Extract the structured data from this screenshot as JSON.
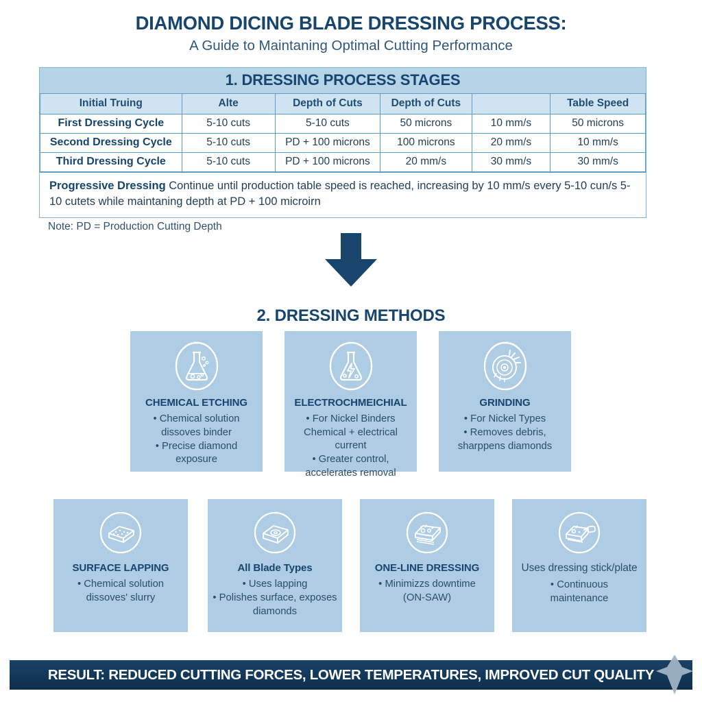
{
  "header": {
    "title": "DIAMOND DICING BLADE DRESSING PROCESS:",
    "subtitle": "A Guide to Maintaning Optimal Cutting Performance"
  },
  "colors": {
    "navy": "#17456e",
    "banner_navy": "#123757",
    "light_blue": "#b6d4e8",
    "card_blue": "#aecde5",
    "table_header_blue": "#cfe3f1",
    "border_blue": "#5a9ec6",
    "gem_gray": "#9fb3c2"
  },
  "section1": {
    "banner": "1. DRESSING PROCESS STAGES",
    "columns": [
      "Initial Truing",
      "Alte",
      "Depth of Cuts",
      "Depth of Cuts",
      "",
      "Table Speed"
    ],
    "rows": [
      {
        "label": "First Dressing Cycle",
        "values": [
          "5-10 cuts",
          "5-10 cuts",
          "50 microns",
          "10 mm/s",
          "50 microns"
        ]
      },
      {
        "label": "Second Dressing Cycle",
        "values": [
          "5-10 cuts",
          "PD + 100 microns",
          "100 microns",
          "20 mm/s",
          "10 mm/s"
        ]
      },
      {
        "label": "Third Dressing Cycle",
        "values": [
          "5-10 cuts",
          "PD + 100 microns",
          "20 mm/s",
          "30 mm/s",
          "30 mm/s"
        ]
      }
    ],
    "progressive_label": "Progressive Dressing",
    "progressive_text": " Continue until production table speed is reached, increasing by 10 mm/s every 5-10 cun/s 5-10 cutets while maintaning depth at PD + 100 microirn",
    "note": "Note: PD = Production Cutting Depth"
  },
  "section2": {
    "heading": "2. DRESSING METHODS",
    "cards_top": [
      {
        "icon": "flask-bubbles-icon",
        "title": "CHEMICAL ETCHING",
        "title_style": "bold",
        "bullets": [
          "• Chemical solution",
          "dissoves binder",
          "• Precise diamond exposure"
        ]
      },
      {
        "icon": "flask-lightning-icon",
        "title": "ELECTROCHMEICHIAL",
        "title_style": "bold",
        "bullets": [
          "• For Nickel Binders",
          "Chemical + electrical current",
          "• Greater control,",
          "accelerates removal"
        ]
      },
      {
        "icon": "grinding-wheel-icon",
        "title": "GRINDING",
        "title_style": "bold",
        "bullets": [
          "• For Nickel Types",
          "• Removes debris,",
          "sharppens diamonds"
        ]
      }
    ],
    "cards_bottom": [
      {
        "icon": "lapping-plate-icon",
        "title": "SURFACE LAPPING",
        "title_style": "bold",
        "bullets": [
          "• Chemical solution",
          "dissoves' slurry"
        ]
      },
      {
        "icon": "blade-plate-icon",
        "title": "All Blade Types",
        "title_style": "bold",
        "bullets": [
          "• Uses lapping",
          "• Polishes surface, exposes",
          "diamonds"
        ]
      },
      {
        "icon": "on-saw-dressing-icon",
        "title": "ONE-LINE DRESSING",
        "title_style": "bold",
        "bullets": [
          "• Minimizzs downtime",
          "(ON-SAW)"
        ]
      },
      {
        "icon": "dressing-stick-icon",
        "title": "Uses dressing stick/plate",
        "title_style": "regular",
        "bullets": [
          "• Continuous",
          "maintenance"
        ]
      }
    ]
  },
  "result": {
    "text": "RESULT: REDUCED CUTTING FORCES, LOWER TEMPERATURES, IMPROVED CUT QUALITY"
  }
}
